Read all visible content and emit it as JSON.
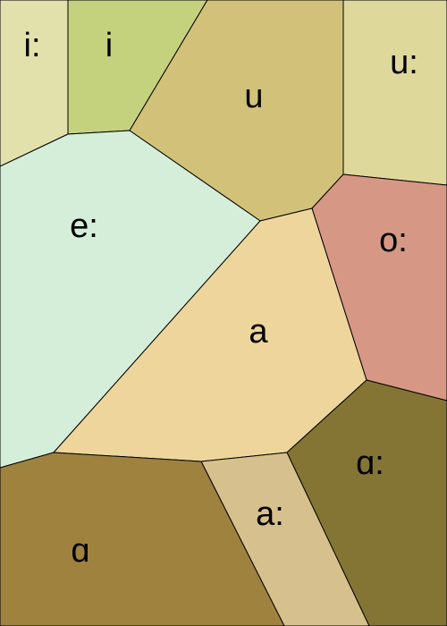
{
  "diagram": {
    "regions": [
      {
        "id": "i-long",
        "label": "i:",
        "color": "#e3e1ab"
      },
      {
        "id": "i",
        "label": "i",
        "color": "#c4d27e"
      },
      {
        "id": "u",
        "label": "u",
        "color": "#d2c279"
      },
      {
        "id": "u-long",
        "label": "u:",
        "color": "#dfd89b"
      },
      {
        "id": "e-long",
        "label": "e:",
        "color": "#d4eed9"
      },
      {
        "id": "o-long",
        "label": "o:",
        "color": "#d69785"
      },
      {
        "id": "a",
        "label": "a",
        "color": "#eed59c"
      },
      {
        "id": "alpha-long",
        "label": "ɑ:",
        "color": "#857535"
      },
      {
        "id": "a-long",
        "label": "a:",
        "color": "#d6c08d"
      },
      {
        "id": "alpha",
        "label": "ɑ",
        "color": "#9e823e"
      }
    ]
  }
}
